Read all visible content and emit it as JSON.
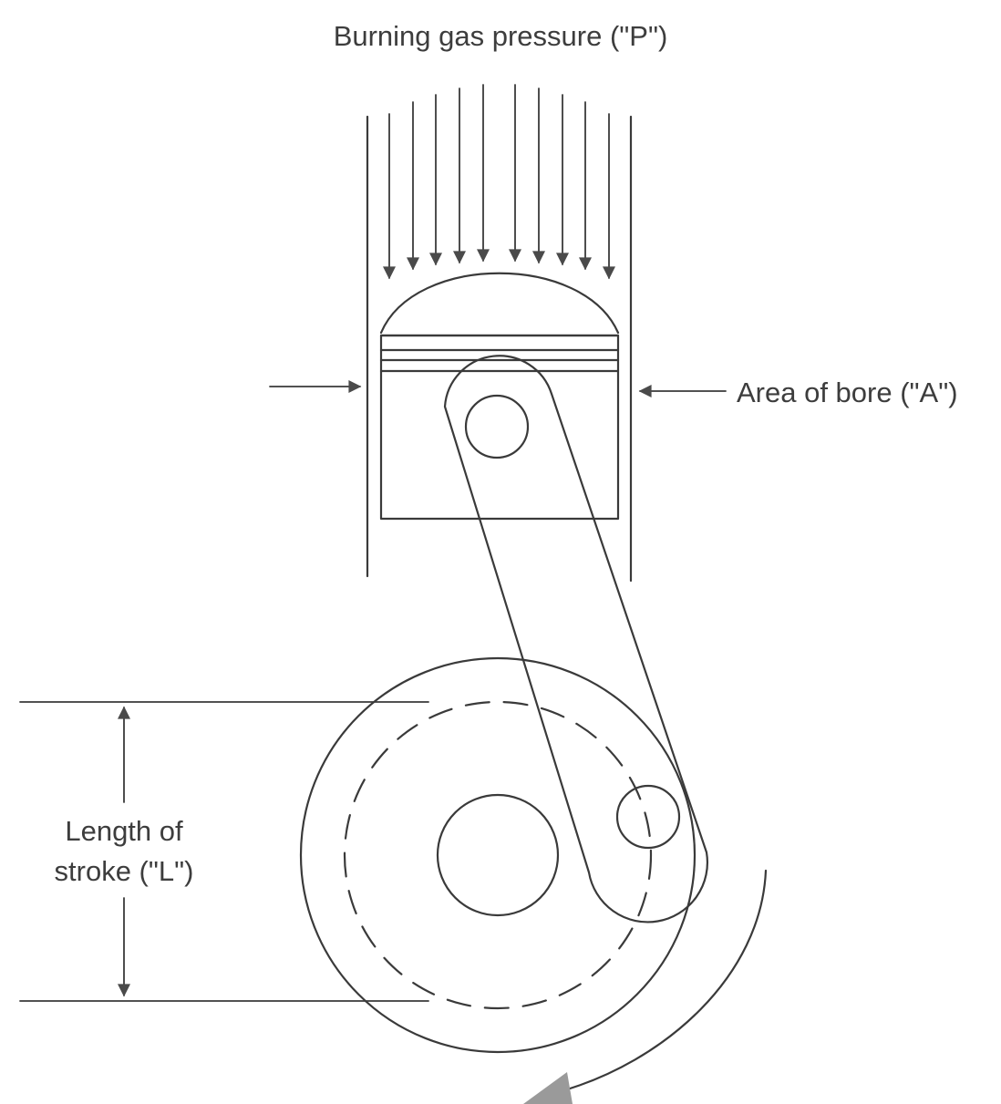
{
  "labels": {
    "pressure": "Burning gas pressure (\"P\")",
    "bore": "Area of bore (\"A\")",
    "stroke_line1": "Length of",
    "stroke_line2": "stroke (\"L\")"
  },
  "colors": {
    "line": "#3a3a3a",
    "text": "#3d3d3d",
    "rotation_arrowhead": "#9a9a9a"
  }
}
